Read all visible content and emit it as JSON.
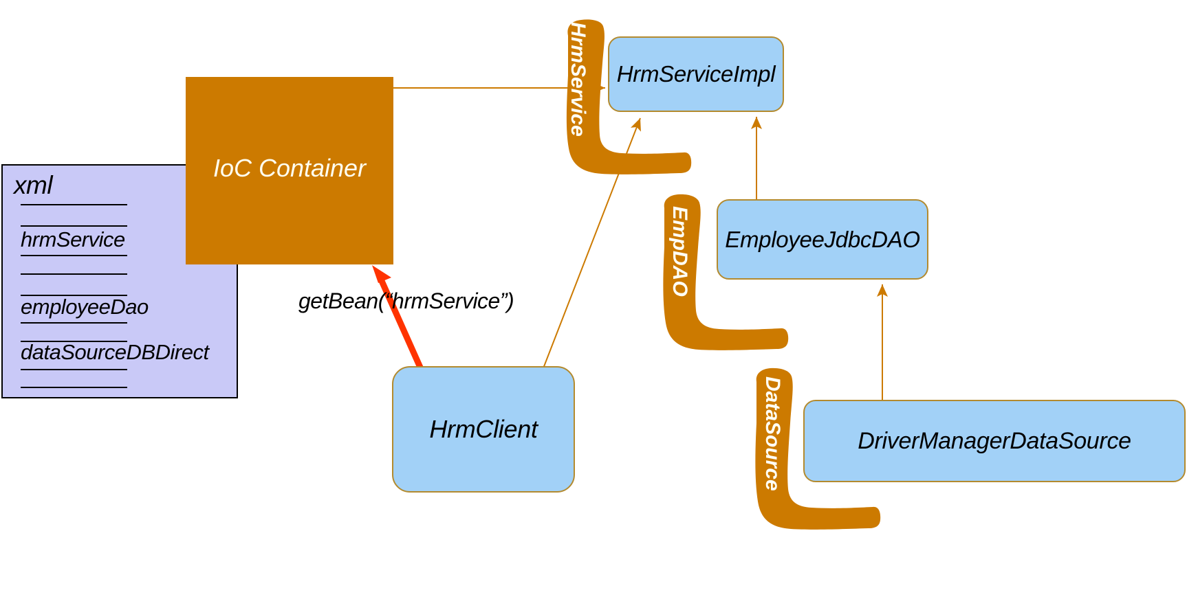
{
  "diagram": {
    "title": "Spring IoC Container Dependency Injection Diagram",
    "type": "architecture-diagram",
    "colors": {
      "container_orange": "#CC7A00",
      "class_blue": "#A2D1F7",
      "class_border": "#B38A2E",
      "xml_lavender": "#C9C9F7",
      "xml_border": "#000000",
      "inject_arrow_blue": "#2B2BB5",
      "getbean_arrow_red": "#FF3300",
      "connector_line": "#CC7A00",
      "pipe_label_text": "#FFFFF5"
    }
  },
  "xml_panel": {
    "title": "xml",
    "entries": [
      {
        "underlined_part": "hrmService",
        "plain_part": ""
      },
      {
        "underlined_part": "employee",
        "plain_part": "Dao"
      },
      {
        "underlined_part": "dataSource",
        "plain_part": "DBDirect"
      }
    ],
    "entry_full_text": [
      "hrmService",
      "employeeDao",
      "dataSourceDBDirect"
    ]
  },
  "container": {
    "label": "IoC Container"
  },
  "classes": [
    {
      "id": "hrmserviceimpl",
      "label": "HrmServiceImpl"
    },
    {
      "id": "employeejdbcdao",
      "label": "EmployeeJdbcDAO"
    },
    {
      "id": "hrmclient",
      "label": "HrmClient"
    },
    {
      "id": "drivermanager",
      "label": "DriverManagerDataSource"
    }
  ],
  "pipes": [
    {
      "id": "hrmservice",
      "label": "HrmService"
    },
    {
      "id": "empdao",
      "label": "EmpDAO"
    },
    {
      "id": "datasource",
      "label": "DataSource"
    }
  ],
  "edges": [
    {
      "id": "xml-to-container",
      "label": "",
      "style": "thick-blue-arrow"
    },
    {
      "id": "container-to-hrmservice",
      "label": "",
      "style": "thin-orange-line"
    },
    {
      "id": "hrmclient-to-container",
      "label": "getBean(“hrmService”)",
      "style": "thick-red-arrow"
    },
    {
      "id": "hrmclient-to-hrmserviceimpl",
      "label": "",
      "style": "thin-orange-line"
    },
    {
      "id": "employeejdbcdao-to-hrmserviceimpl",
      "label": "",
      "style": "thin-orange-arrow"
    },
    {
      "id": "drivermanager-to-employeejdbcdao",
      "label": "",
      "style": "thin-orange-arrow"
    }
  ],
  "captions": {
    "getbean": "getBean(“hrmService”)"
  }
}
